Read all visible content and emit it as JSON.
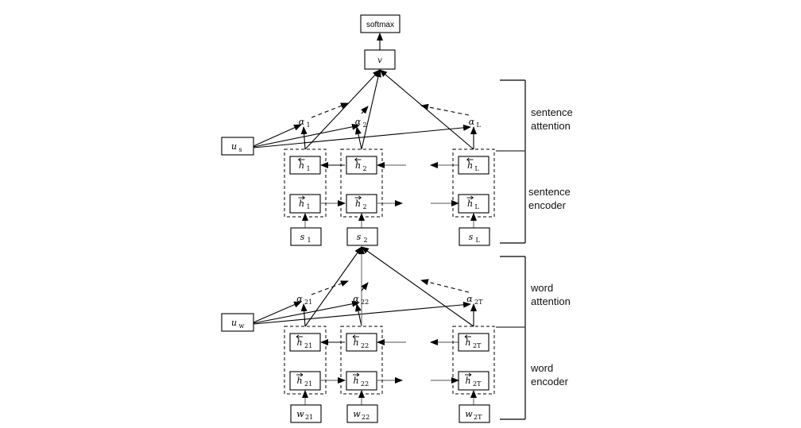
{
  "diagram": {
    "title": "Hierarchical Attention Network",
    "top": {
      "softmax": "softmax",
      "v": "v"
    },
    "sentence_level": {
      "context_vector": {
        "sym": "u",
        "sub": "s"
      },
      "attention_weights": [
        {
          "sym": "α",
          "sub": "1"
        },
        {
          "sym": "α",
          "sub": "2"
        },
        {
          "sym": "α",
          "sub": "L"
        }
      ],
      "backward_states": [
        {
          "sym": "h",
          "sub": "1",
          "arrow": "←"
        },
        {
          "sym": "h",
          "sub": "2",
          "arrow": "←"
        },
        {
          "sym": "h",
          "sub": "L",
          "arrow": "←"
        }
      ],
      "forward_states": [
        {
          "sym": "h",
          "sub": "1",
          "arrow": "→"
        },
        {
          "sym": "h",
          "sub": "2",
          "arrow": "→"
        },
        {
          "sym": "h",
          "sub": "L",
          "arrow": "→"
        }
      ],
      "inputs": [
        {
          "sym": "s",
          "sub": "1"
        },
        {
          "sym": "s",
          "sub": "2"
        },
        {
          "sym": "s",
          "sub": "L"
        }
      ]
    },
    "word_level": {
      "context_vector": {
        "sym": "u",
        "sub": "w"
      },
      "attention_weights": [
        {
          "sym": "α",
          "sub": "21"
        },
        {
          "sym": "α",
          "sub": "22"
        },
        {
          "sym": "α",
          "sub": "2T"
        }
      ],
      "backward_states": [
        {
          "sym": "h",
          "sub": "21",
          "arrow": "←"
        },
        {
          "sym": "h",
          "sub": "22",
          "arrow": "←"
        },
        {
          "sym": "h",
          "sub": "2T",
          "arrow": "←"
        }
      ],
      "forward_states": [
        {
          "sym": "h",
          "sub": "21",
          "arrow": "→"
        },
        {
          "sym": "h",
          "sub": "22",
          "arrow": "→"
        },
        {
          "sym": "h",
          "sub": "2T",
          "arrow": "→"
        }
      ],
      "inputs": [
        {
          "sym": "w",
          "sub": "21"
        },
        {
          "sym": "w",
          "sub": "22"
        },
        {
          "sym": "w",
          "sub": "2T"
        }
      ]
    },
    "brackets": [
      {
        "line1": "sentence",
        "line2": "attention"
      },
      {
        "line1": "sentence",
        "line2": "encoder"
      },
      {
        "line1": "word",
        "line2": "attention"
      },
      {
        "line1": "word",
        "line2": "encoder"
      }
    ]
  }
}
